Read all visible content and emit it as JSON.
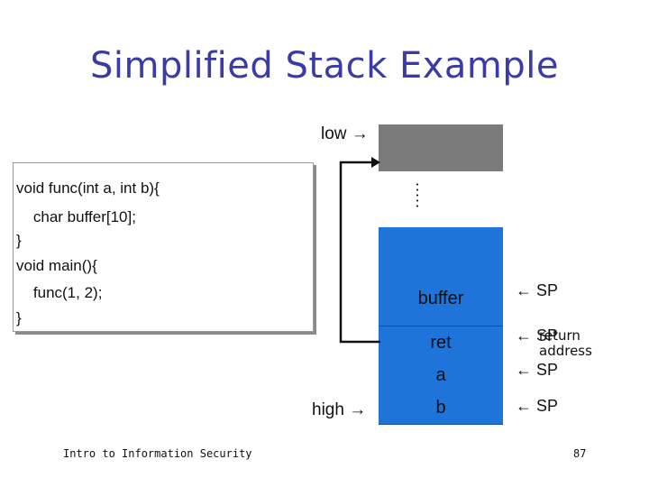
{
  "title": "Simplified Stack Example",
  "code": [
    "void func(int a, int b){",
    "    char buffer[10];",
    "}",
    "void main(){",
    "    func(1, 2);",
    "}"
  ],
  "labels": {
    "low": "low →",
    "high": "high →"
  },
  "stack": {
    "cells": [
      "buffer",
      "ret",
      "a",
      "b"
    ],
    "dots": "....."
  },
  "pointers": {
    "sp_buffer": "← SP",
    "sp_ret": "← SP",
    "sp_a": "← SP",
    "sp_b": "← SP",
    "return_line1": "return",
    "return_line2": "address"
  },
  "footer": {
    "left": "Intro to Information Security",
    "page": "87"
  },
  "colors": {
    "title": "#3a3aa8",
    "stack": "#1f74d9",
    "top_block": "#7b7b7b"
  }
}
